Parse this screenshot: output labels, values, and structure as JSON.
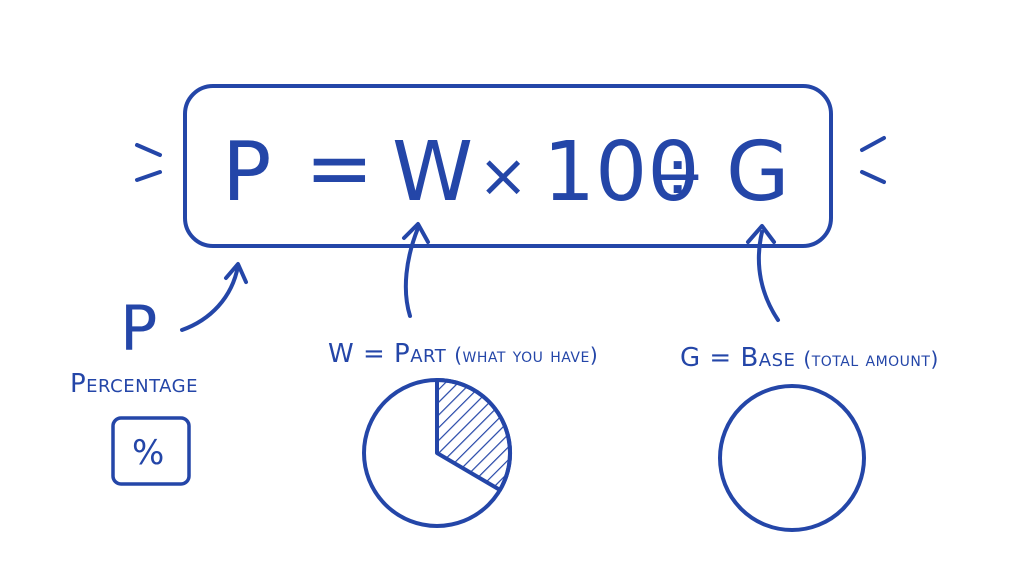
{
  "formula": {
    "p": "P",
    "equals": "=",
    "w": "W",
    "times": "×",
    "hundred": "100",
    "divide": "÷",
    "g": "G"
  },
  "percentage": {
    "letter": "P",
    "label": "Percentage",
    "symbol": "%"
  },
  "part": {
    "prefix": "W = ",
    "label": "Part",
    "note": "(what you have)"
  },
  "base": {
    "prefix": "G = ",
    "label": "Base",
    "note": "(total amount)"
  },
  "colors": {
    "ink": "#2446a8",
    "background": "#ffffff"
  }
}
